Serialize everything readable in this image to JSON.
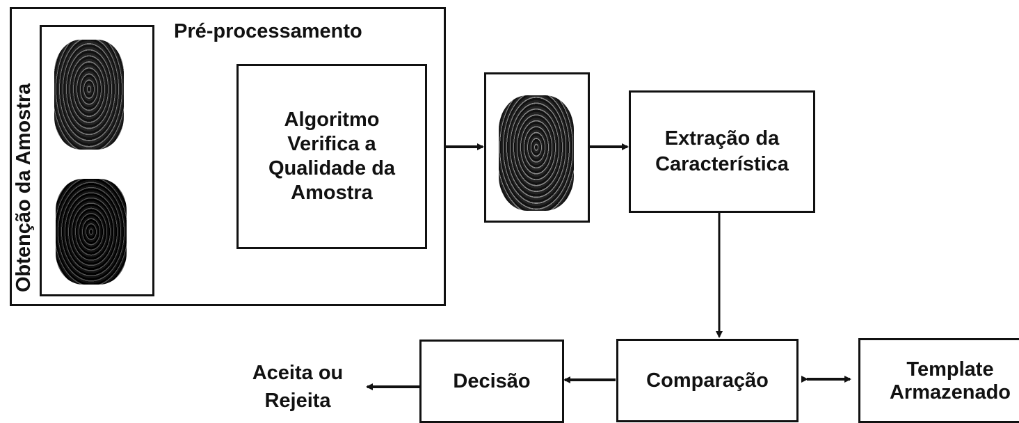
{
  "diagram": {
    "preprocessing_label": "Pré-processamento",
    "acquisition_label": "Obtenção da Amostra",
    "quality_check_label": "Algoritmo Verifica a Qualidade da Amostra",
    "quality_check_lines": [
      "Algoritmo",
      "Verifica a",
      "Qualidade da",
      "Amostra"
    ],
    "extraction_lines": [
      "Extração da",
      "Característica"
    ],
    "comparison_label": "Comparação",
    "decision_label": "Decisão",
    "template_lines": [
      "Template",
      "Armazenado"
    ],
    "output_lines": [
      "Aceita ou",
      "Rejeita"
    ]
  }
}
